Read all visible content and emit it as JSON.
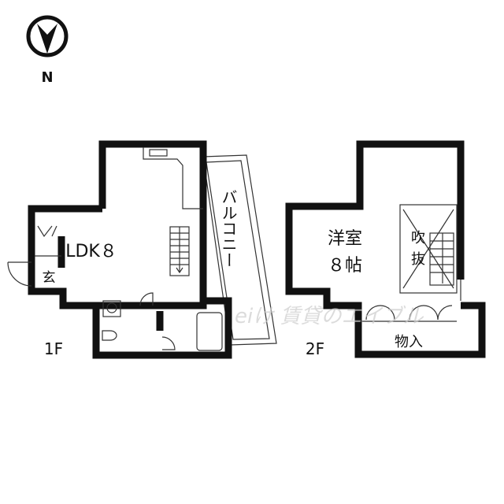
{
  "compass": {
    "label": "N",
    "icon": "north-arrow-icon"
  },
  "floor1": {
    "label": "1F",
    "rooms": {
      "ldk": "LDK８",
      "entrance": "玄",
      "balcony": "バルコニー"
    }
  },
  "floor2": {
    "label": "2F",
    "rooms": {
      "western_room_line1": "洋室",
      "western_room_line2": "８帖",
      "void_line1": "吹",
      "void_line2": "抜",
      "storage": "物入"
    }
  },
  "watermark": "eiけ 賃貸のエイブル",
  "colors": {
    "wall": "#111111",
    "line": "#333333",
    "watermark": "#cccccc"
  }
}
